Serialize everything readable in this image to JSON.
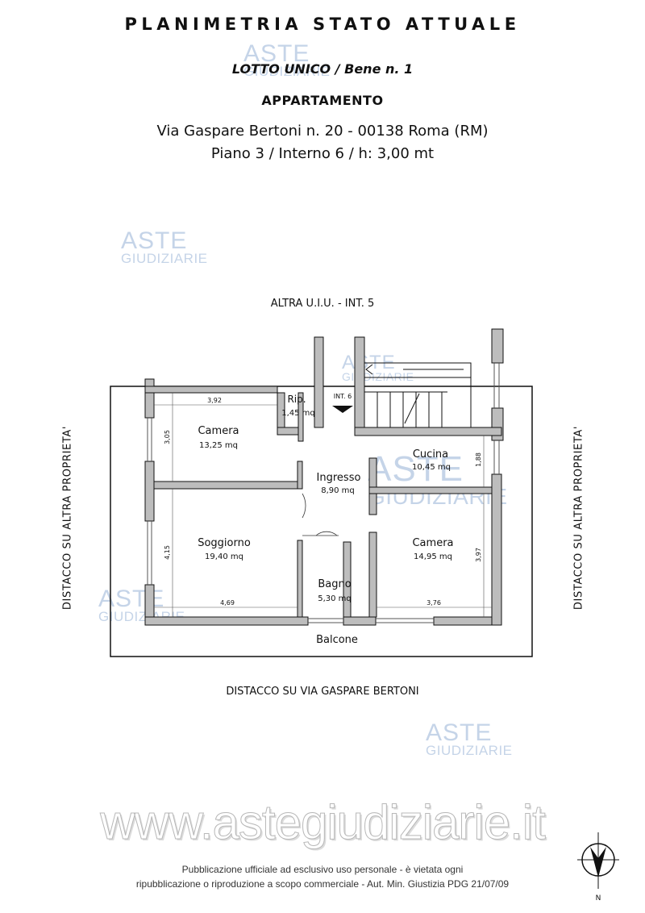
{
  "header": {
    "title": "PLANIMETRIA STATO ATTUALE",
    "lot": "LOTTO UNICO",
    "separator": "/",
    "bene": "Bene n. 1",
    "type": "APPARTAMENTO",
    "address": "Via Gaspare Bertoni n. 20 - 00138 Roma (RM)",
    "floor_info": "Piano 3 / Interno 6 / h: 3,00 mt"
  },
  "plan": {
    "top_label": "ALTRA U.I.U. - INT. 5",
    "bottom_label": "DISTACCO SU VIA GASPARE BERTONI",
    "left_label": "DISTACCO SU ALTRA PROPRIETA'",
    "right_label": "DISTACCO SU ALTRA PROPRIETA'",
    "int_label": "INT. 6",
    "balcony_label": "Balcone",
    "rooms": [
      {
        "name": "Camera",
        "area": "13,25 mq"
      },
      {
        "name": "Rip.",
        "area": "1,45 mq"
      },
      {
        "name": "Ingresso",
        "area": "8,90 mq"
      },
      {
        "name": "Cucina",
        "area": "10,45 mq"
      },
      {
        "name": "Soggiorno",
        "area": "19,40 mq"
      },
      {
        "name": "Camera",
        "area": "14,95 mq"
      },
      {
        "name": "Bagno",
        "area": "5,30 mq"
      }
    ],
    "dimensions": [
      "3,92",
      "3,05",
      "4,15",
      "4,69",
      "3,76",
      "1,88",
      "3,97"
    ]
  },
  "watermark": {
    "aste": "ASTE",
    "giudiziarie": "GIUDIZIARIE",
    "site": "www.astegiudiziarie.it",
    "color": "#c5d4e8"
  },
  "footer": {
    "line1": "Pubblicazione ufficiale ad esclusivo uso personale - è vietata ogni",
    "line2": "ripubblicazione o riproduzione a scopo commerciale - Aut. Min. Giustizia PDG 21/07/09",
    "north": "N"
  }
}
